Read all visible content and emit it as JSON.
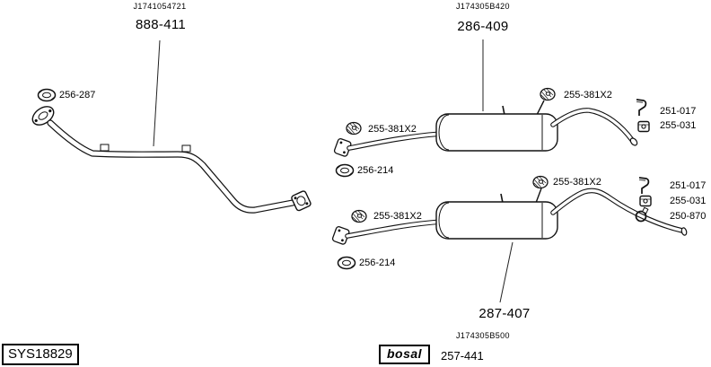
{
  "diagram": {
    "front_pipe": {
      "ref_code": "J1741054721",
      "part_no": "888-411"
    },
    "rear_system_top": {
      "ref_code": "J174305B420",
      "part_no": "286-409"
    },
    "rear_system_bottom": {
      "part_no": "287-407",
      "ref_code": "J174305B500"
    },
    "parts": {
      "front_gasket": "256-287",
      "rubber_mount": "255-381X2",
      "rear_gasket": "256-214",
      "hanger_bracket": "251-017",
      "mounting_part": "255-031",
      "clamp": "250-870",
      "center_part": "257-441"
    },
    "footer": {
      "system_id": "SYS18829",
      "brand_logo": "bosal"
    }
  }
}
